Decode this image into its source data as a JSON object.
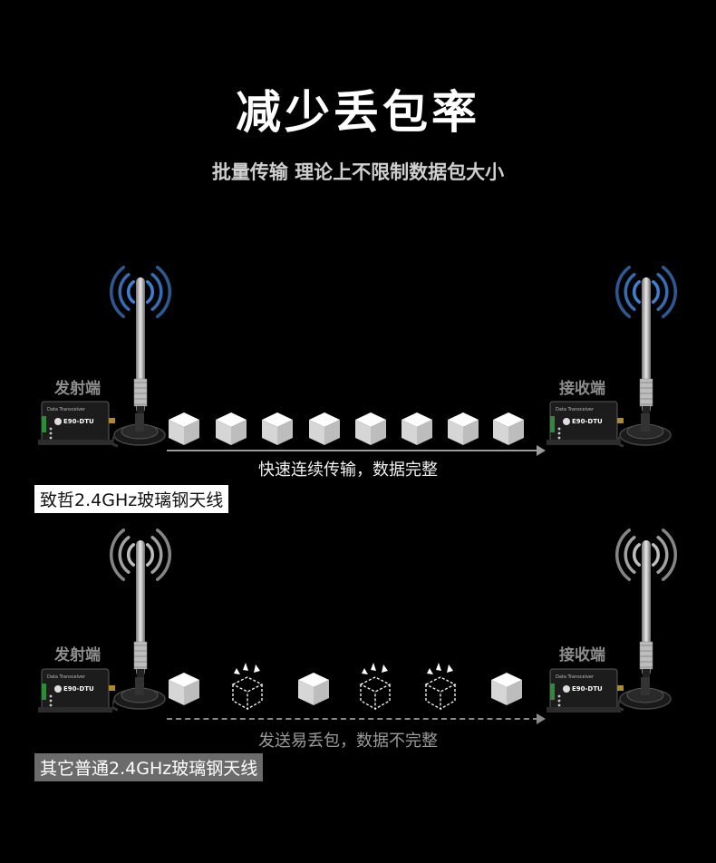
{
  "header": {
    "title": "减少丢包率",
    "subtitle": "批量传输 理论上不限制数据包大小"
  },
  "scenes": [
    {
      "sender_label": "发射端",
      "receiver_label": "接收端",
      "device_title": "Data Transceiver",
      "device_model": "E90-DTU",
      "caption": "快速连续传输，数据完整",
      "product_tag": "致哲2.4GHz玻璃钢天线",
      "packets": [
        "ok",
        "ok",
        "ok",
        "ok",
        "ok",
        "ok",
        "ok",
        "ok"
      ],
      "wave_color": "#3f7fd0",
      "line_style": "solid"
    },
    {
      "sender_label": "发射端",
      "receiver_label": "接收端",
      "device_title": "Data Transceiver",
      "device_model": "E90-DTU",
      "caption": "发送易丢包，数据不完整",
      "product_tag": "其它普通2.4GHz玻璃钢天线",
      "packets": [
        "ok",
        "lost",
        "ok",
        "lost",
        "lost",
        "ok"
      ],
      "wave_color": "#bdbdbd",
      "line_style": "dashed"
    }
  ]
}
